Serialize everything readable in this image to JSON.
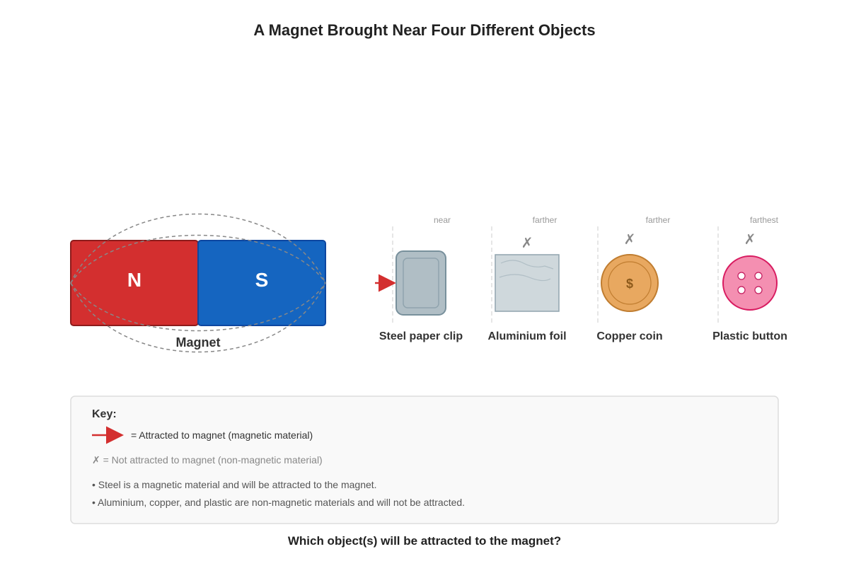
{
  "title": "A Magnet Brought Near Four Different Objects",
  "magnet": {
    "north": "N",
    "south": "S",
    "label": "Magnet",
    "north_color": "#d32f2f",
    "south_color": "#1565c0"
  },
  "objects": [
    {
      "label": "Steel paper clip",
      "distance": "near",
      "attracted": true,
      "icon": "paper-clip-icon"
    },
    {
      "label": "Aluminium foil",
      "distance": "farther",
      "attracted": false,
      "mark": "✗",
      "icon": "foil-icon"
    },
    {
      "label": "Copper coin",
      "distance": "farther",
      "attracted": false,
      "mark": "✗",
      "coin_symbol": "$",
      "icon": "coin-icon"
    },
    {
      "label": "Plastic button",
      "distance": "farthest",
      "attracted": false,
      "mark": "✗",
      "icon": "button-icon"
    }
  ],
  "key": {
    "title": "Key:",
    "attracted_text": "= Attracted to magnet (magnetic material)",
    "not_attracted_text": "✗ = Not attracted to magnet (non-magnetic material)",
    "notes": [
      "• Steel is a magnetic material and will be attracted to the magnet.",
      "• Aluminium, copper, and plastic are non-magnetic materials and will not be attracted."
    ]
  },
  "question": "Which object(s) will be attracted to the magnet?",
  "colors": {
    "arrow": "#d32f2f",
    "steel": "#b0bec5",
    "foil": "#cfd8dc",
    "copper": "#e8a860",
    "plastic": "#f48fb1"
  }
}
